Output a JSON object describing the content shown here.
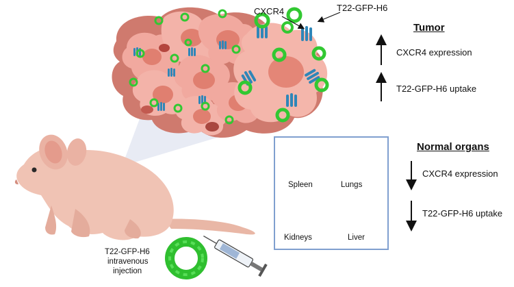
{
  "labels": {
    "cxcr4": "CXCR4",
    "t22_top": "T22-GFP-H6",
    "tumor_header": "Tumor",
    "tumor_cxcr4": "CXCR4 expression",
    "tumor_uptake": "T22-GFP-H6 uptake",
    "normal_header": "Normal organs",
    "normal_cxcr4": "CXCR4 expression",
    "normal_uptake": "T22-GFP-H6 uptake",
    "spleen": "Spleen",
    "lungs": "Lungs",
    "kidneys": "Kidneys",
    "liver": "Liver",
    "injection_line1": "T22-GFP-H6",
    "injection_line2": "intravenous",
    "injection_line3": "injection"
  },
  "arrows": {
    "tumor_cxcr4": "up",
    "tumor_uptake": "up",
    "normal_cxcr4": "down",
    "normal_uptake": "down"
  },
  "colors": {
    "tumor_cell": "#f1a99f",
    "tumor_cell_dark": "#d98276",
    "nucleus": "#e07f70",
    "receptor": "#2f86b8",
    "nanoparticle": "#32c832",
    "mouse": "#f0c3b4",
    "box_border": "#7f9fcf",
    "arrow": "#111111"
  },
  "icons": [
    "tumor-mass",
    "cxcr4-receptor-icon",
    "nanoparticle-icon",
    "mouse-icon",
    "syringe-icon",
    "spleen-icon",
    "lungs-icon",
    "kidneys-icon",
    "liver-icon"
  ]
}
